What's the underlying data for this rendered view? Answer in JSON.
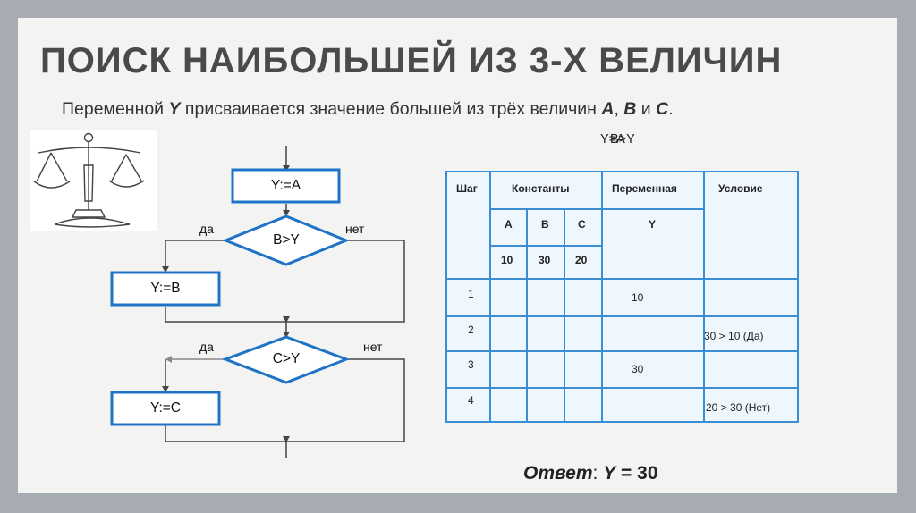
{
  "title": "ПОИСК НАИБОЛЬШЕЙ ИЗ 3-Х ВЕЛИЧИН",
  "subtitle": {
    "prefix": "Переменной ",
    "var_y": "Y",
    "middle": " присваивается значение большей из трёх величин ",
    "var_a": "A",
    "sep1": ", ",
    "var_b": "B",
    "sep2": " и ",
    "var_c": "C",
    "suffix": "."
  },
  "overlap_text": {
    "first": "Y=A",
    "second": "B>Y"
  },
  "flowchart": {
    "assign_a": "Y:=A",
    "cond_b": "B>Y",
    "assign_b": "Y:=B",
    "cond_c": "C>Y",
    "assign_c": "Y:=C",
    "yes_1": "да",
    "no_1": "нет",
    "yes_2": "да",
    "no_2": "нет"
  },
  "trace_table": {
    "header": {
      "step": "Шаг",
      "constants": "Константы",
      "variable": "Переменная",
      "condition": "Условие"
    },
    "subheader": {
      "a": "A",
      "b": "B",
      "c": "C",
      "y": "Y"
    },
    "constant_values": {
      "a": "10",
      "b": "30",
      "c": "20"
    },
    "rows": [
      {
        "step": "1",
        "y": "10",
        "condition": ""
      },
      {
        "step": "2",
        "y": "",
        "condition": "30 > 10 (Да)"
      },
      {
        "step": "3",
        "y": "30",
        "condition": ""
      },
      {
        "step": "4",
        "y": "",
        "condition": "20 > 30 (Нет)"
      }
    ]
  },
  "answer": {
    "label": "Ответ",
    "colon": ": ",
    "var": "Y",
    "value": " = 30"
  },
  "colors": {
    "flow_stroke": "#1f73c6",
    "table_border": "#3a8fd4",
    "table_fill": "#eef6fe",
    "slide_bg": "#f3f3f2",
    "frame_bg": "#a7acb3"
  }
}
